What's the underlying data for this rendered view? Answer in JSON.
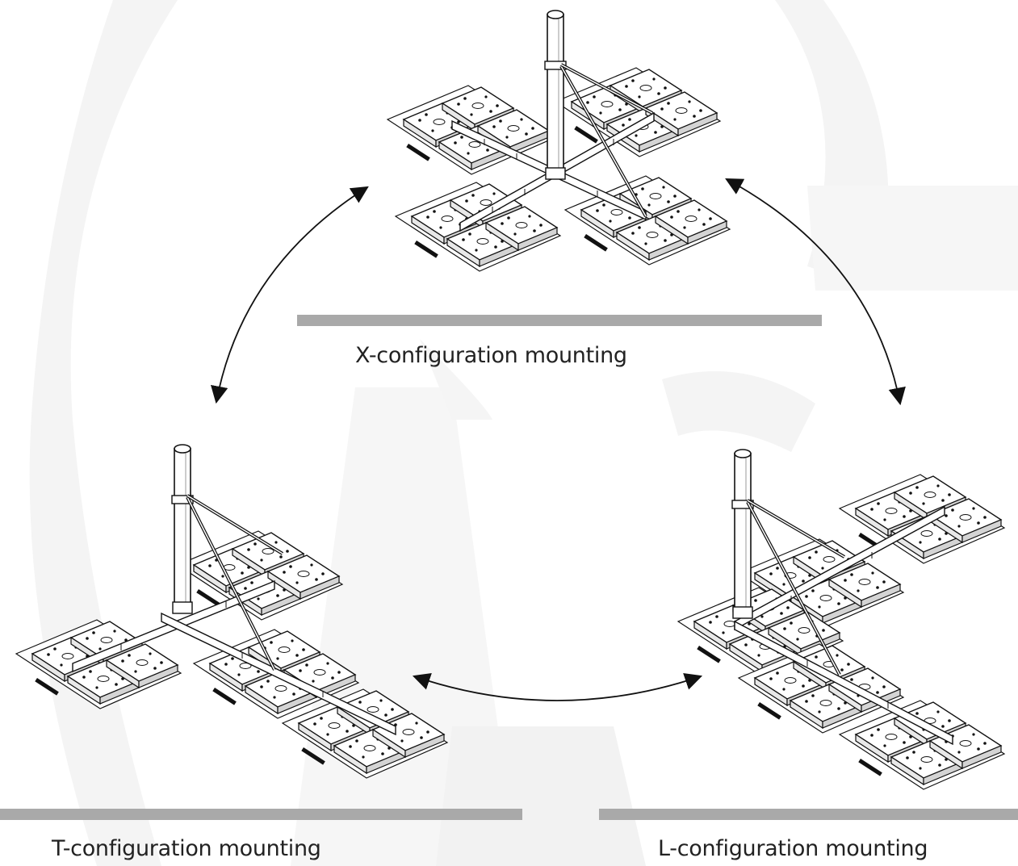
{
  "configurations": {
    "x": {
      "caption": "X-configuration mounting"
    },
    "t": {
      "caption": "T-configuration mounting"
    },
    "l": {
      "caption": "L-configuration mounting"
    }
  },
  "colors": {
    "bar": "#a9a9a9",
    "stroke": "#111111",
    "watermark": "#f4f4f4"
  },
  "arrows": [
    {
      "from": "x",
      "to": "t",
      "type": "bidirectional"
    },
    {
      "from": "x",
      "to": "l",
      "type": "bidirectional"
    },
    {
      "from": "t",
      "to": "l",
      "type": "bidirectional"
    }
  ]
}
